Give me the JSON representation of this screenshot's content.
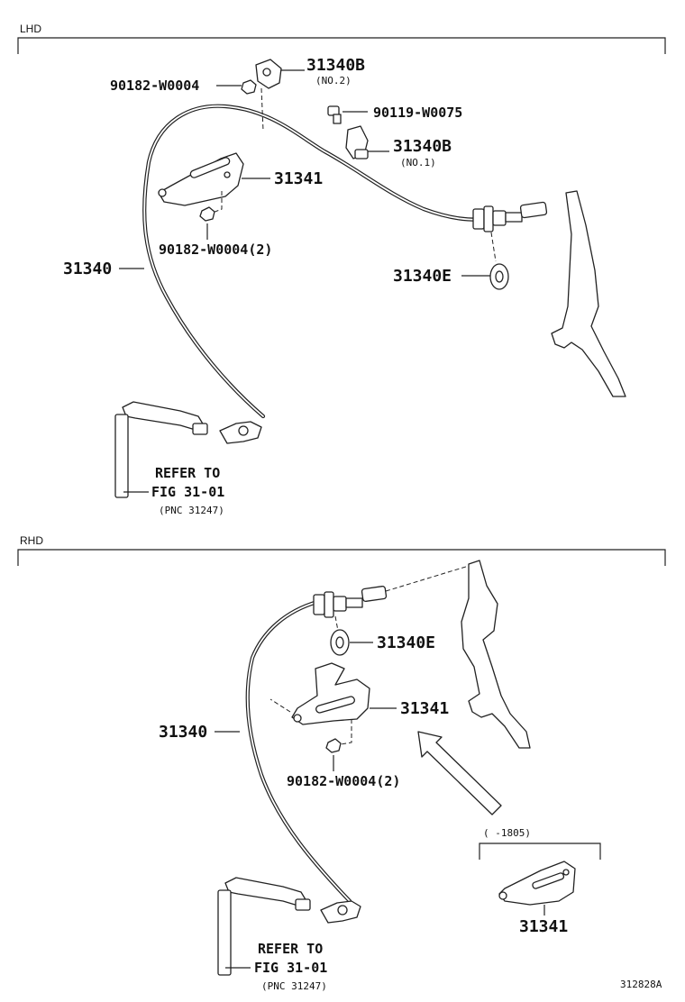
{
  "sections": {
    "lhd": "LHD",
    "rhd": "RHD"
  },
  "figure_id": "312828A",
  "lhd": {
    "bracket_clip_no2": {
      "part": "31340B",
      "note": "(NO.2)"
    },
    "nut_top": "90182-W0004",
    "bolt": "90119-W0075",
    "bracket_clip_no1": {
      "part": "31340B",
      "note": "(NO.1)"
    },
    "bracket": "31341",
    "nut_bracket": "90182-W0004(2)",
    "cable": "31340",
    "grommet": "31340E",
    "refer": {
      "line1": "REFER TO",
      "line2": "FIG 31-01",
      "line3": "(PNC 31247)"
    }
  },
  "rhd": {
    "grommet": "31340E",
    "bracket": "31341",
    "cable": "31340",
    "nut_bracket": "90182-W0004(2)",
    "variant": {
      "range": "(    -1805)",
      "part": "31341"
    },
    "refer": {
      "line1": "REFER TO",
      "line2": "FIG 31-01",
      "line3": "(PNC 31247)"
    }
  }
}
